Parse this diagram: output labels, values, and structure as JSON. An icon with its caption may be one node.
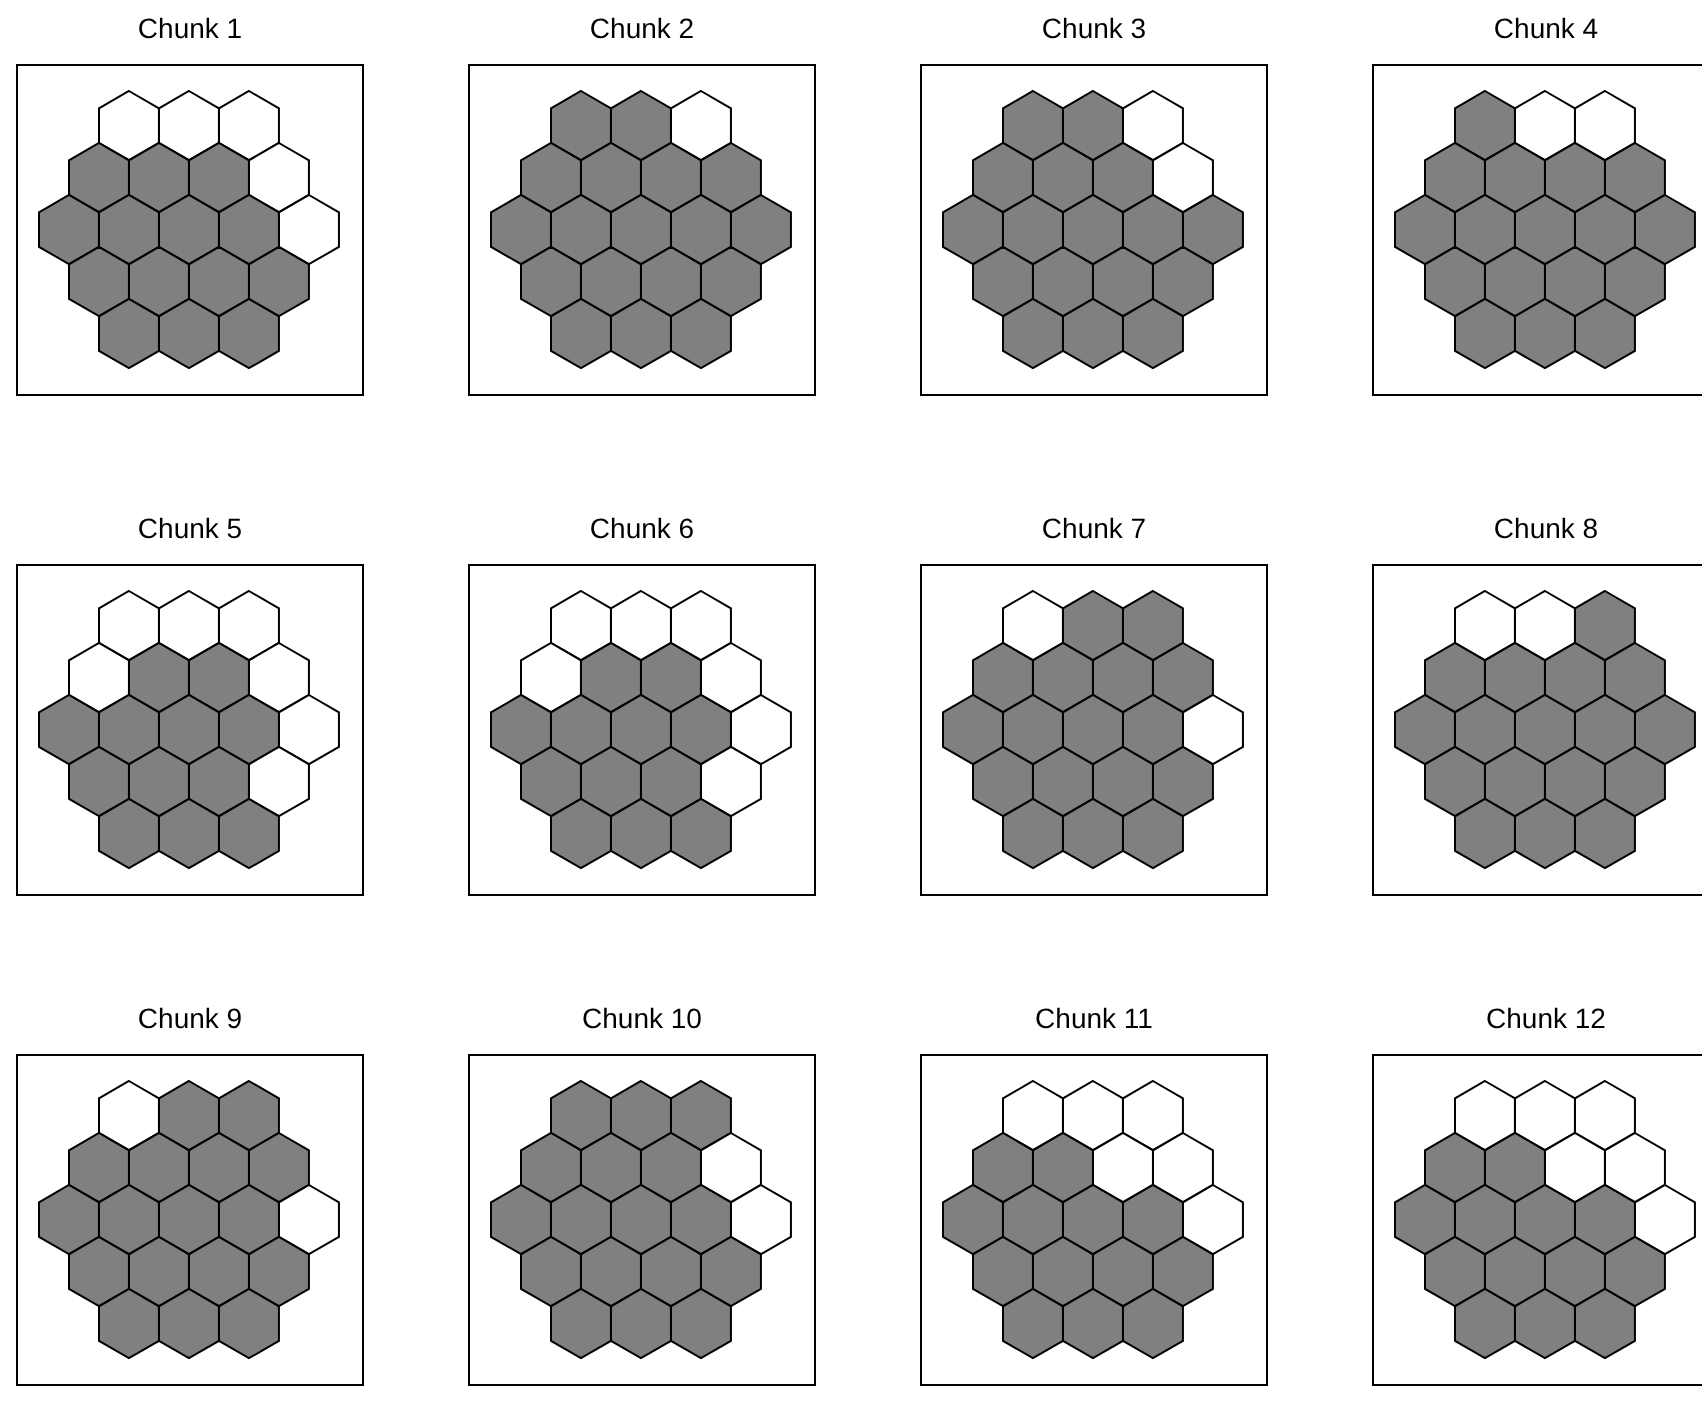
{
  "diagram": {
    "nodes": [
      {
        "text": [
          "Chunk 1"
        ]
      },
      {
        "text": [],
        "shape": "hexagon",
        "in": 0
      },
      {
        "text": [],
        "shape": "hexagon",
        "in": 0
      },
      {
        "text": [],
        "shape": "hexagon",
        "in": 0
      },
      {
        "text": [],
        "shape": "filled-hexagon",
        "in": 0
      },
      {
        "text": [],
        "shape": "filled-hexagon",
        "in": 0
      },
      {
        "text": [],
        "shape": "filled-hexagon",
        "in": 0
      },
      {
        "text": [],
        "shape": "hexagon",
        "in": 0
      },
      {
        "text": [],
        "shape": "filled-hexagon",
        "in": 0
      },
      {
        "text": [],
        "shape": "filled-hexagon",
        "in": 0
      },
      {
        "text": [],
        "shape": "filled-hexagon",
        "in": 0
      },
      {
        "text": [],
        "shape": "filled-hexagon",
        "in": 0
      },
      {
        "text": [],
        "shape": "hexagon",
        "in": 0
      },
      {
        "text": [],
        "shape": "filled-hexagon",
        "in": 0
      },
      {
        "text": [],
        "shape": "filled-hexagon",
        "in": 0
      },
      {
        "text": [],
        "shape": "filled-hexagon",
        "in": 0
      },
      {
        "text": [],
        "shape": "filled-hexagon",
        "in": 0
      },
      {
        "text": [],
        "shape": "filled-hexagon",
        "in": 0
      },
      {
        "text": [],
        "shape": "filled-hexagon",
        "in": 0
      },
      {
        "text": [],
        "shape": "filled-hexagon",
        "in": 0
      },
      {
        "text": [
          "Chunk 2"
        ]
      },
      {
        "text": [],
        "shape": "filled-hexagon",
        "in": 20
      },
      {
        "text": [],
        "shape": "filled-hexagon",
        "in": 20
      },
      {
        "text": [],
        "shape": "hexagon",
        "in": 20
      },
      {
        "text": [],
        "shape": "filled-hexagon",
        "in": 20
      },
      {
        "text": [],
        "shape": "filled-hexagon",
        "in": 20
      },
      {
        "text": [],
        "shape": "filled-hexagon",
        "in": 20
      },
      {
        "text": [],
        "shape": "filled-hexagon",
        "in": 20
      },
      {
        "text": [],
        "shape": "filled-hexagon",
        "in": 20
      },
      {
        "text": [],
        "shape": "filled-hexagon",
        "in": 20
      },
      {
        "text": [],
        "shape": "filled-hexagon",
        "in": 20
      },
      {
        "text": [],
        "shape": "filled-hexagon",
        "in": 20
      },
      {
        "text": [],
        "shape": "filled-hexagon",
        "in": 20
      },
      {
        "text": [],
        "shape": "filled-hexagon",
        "in": 20
      },
      {
        "text": [],
        "shape": "filled-hexagon",
        "in": 20
      },
      {
        "text": [],
        "shape": "filled-hexagon",
        "in": 20
      },
      {
        "text": [],
        "shape": "filled-hexagon",
        "in": 20
      },
      {
        "text": [],
        "shape": "filled-hexagon",
        "in": 20
      },
      {
        "text": [],
        "shape": "filled-hexagon",
        "in": 20
      },
      {
        "text": [],
        "shape": "filled-hexagon",
        "in": 20
      },
      {
        "text": [
          "Chunk 3"
        ]
      },
      {
        "text": [],
        "shape": "filled-hexagon",
        "in": 40
      },
      {
        "text": [],
        "shape": "filled-hexagon",
        "in": 40
      },
      {
        "text": [],
        "shape": "hexagon",
        "in": 40
      },
      {
        "text": [],
        "shape": "filled-hexagon",
        "in": 40
      },
      {
        "text": [],
        "shape": "filled-hexagon",
        "in": 40
      },
      {
        "text": [],
        "shape": "filled-hexagon",
        "in": 40
      },
      {
        "text": [],
        "shape": "hexagon",
        "in": 40
      },
      {
        "text": [],
        "shape": "filled-hexagon",
        "in": 40
      },
      {
        "text": [],
        "shape": "filled-hexagon",
        "in": 40
      },
      {
        "text": [],
        "shape": "filled-hexagon",
        "in": 40
      },
      {
        "text": [],
        "shape": "filled-hexagon",
        "in": 40
      },
      {
        "text": [],
        "shape": "filled-hexagon",
        "in": 40
      },
      {
        "text": [],
        "shape": "filled-hexagon",
        "in": 40
      },
      {
        "text": [],
        "shape": "filled-hexagon",
        "in": 40
      },
      {
        "text": [],
        "shape": "filled-hexagon",
        "in": 40
      },
      {
        "text": [],
        "shape": "filled-hexagon",
        "in": 40
      },
      {
        "text": [],
        "shape": "filled-hexagon",
        "in": 40
      },
      {
        "text": [],
        "shape": "filled-hexagon",
        "in": 40
      },
      {
        "text": [],
        "shape": "filled-hexagon",
        "in": 40
      },
      {
        "text": [
          "Chunk 4"
        ]
      },
      {
        "text": [],
        "shape": "filled-hexagon",
        "in": 60
      },
      {
        "text": [],
        "shape": "hexagon",
        "in": 60
      },
      {
        "text": [],
        "shape": "hexagon",
        "in": 60
      },
      {
        "text": [],
        "shape": "filled-hexagon",
        "in": 60
      },
      {
        "text": [],
        "shape": "filled-hexagon",
        "in": 60
      },
      {
        "text": [],
        "shape": "filled-hexagon",
        "in": 60
      },
      {
        "text": [],
        "shape": "filled-hexagon",
        "in": 60
      },
      {
        "text": [],
        "shape": "filled-hexagon",
        "in": 60
      },
      {
        "text": [],
        "shape": "filled-hexagon",
        "in": 60
      },
      {
        "text": [],
        "shape": "filled-hexagon",
        "in": 60
      },
      {
        "text": [],
        "shape": "filled-hexagon",
        "in": 60
      },
      {
        "text": [],
        "shape": "filled-hexagon",
        "in": 60
      },
      {
        "text": [],
        "shape": "filled-hexagon",
        "in": 60
      },
      {
        "text": [],
        "shape": "filled-hexagon",
        "in": 60
      },
      {
        "text": [],
        "shape": "filled-hexagon",
        "in": 60
      },
      {
        "text": [],
        "shape": "filled-hexagon",
        "in": 60
      },
      {
        "text": [],
        "shape": "filled-hexagon",
        "in": 60
      },
      {
        "text": [],
        "shape": "filled-hexagon",
        "in": 60
      },
      {
        "text": [],
        "shape": "filled-hexagon",
        "in": 60
      },
      {
        "text": [
          "Chunk 5"
        ]
      },
      {
        "text": [],
        "shape": "hexagon",
        "in": 80
      },
      {
        "text": [],
        "shape": "hexagon",
        "in": 80
      },
      {
        "text": [],
        "shape": "hexagon",
        "in": 80
      },
      {
        "text": [],
        "shape": "hexagon",
        "in": 80
      },
      {
        "text": [],
        "shape": "filled-hexagon",
        "in": 80
      },
      {
        "text": [],
        "shape": "filled-hexagon",
        "in": 80
      },
      {
        "text": [],
        "shape": "hexagon",
        "in": 80
      },
      {
        "text": [],
        "shape": "filled-hexagon",
        "in": 80
      },
      {
        "text": [],
        "shape": "filled-hexagon",
        "in": 80
      },
      {
        "text": [],
        "shape": "filled-hexagon",
        "in": 80
      },
      {
        "text": [],
        "shape": "filled-hexagon",
        "in": 80
      },
      {
        "text": [],
        "shape": "hexagon",
        "in": 80
      },
      {
        "text": [],
        "shape": "filled-hexagon",
        "in": 80
      },
      {
        "text": [],
        "shape": "filled-hexagon",
        "in": 80
      },
      {
        "text": [],
        "shape": "filled-hexagon",
        "in": 80
      },
      {
        "text": [],
        "shape": "hexagon",
        "in": 80
      },
      {
        "text": [],
        "shape": "filled-hexagon",
        "in": 80
      },
      {
        "text": [],
        "shape": "filled-hexagon",
        "in": 80
      },
      {
        "text": [],
        "shape": "filled-hexagon",
        "in": 80
      },
      {
        "text": [
          "Chunk 6"
        ]
      },
      {
        "text": [],
        "shape": "hexagon",
        "in": 100
      },
      {
        "text": [],
        "shape": "hexagon",
        "in": 100
      },
      {
        "text": [],
        "shape": "hexagon",
        "in": 100
      },
      {
        "text": [],
        "shape": "hexagon",
        "in": 100
      },
      {
        "text": [],
        "shape": "filled-hexagon",
        "in": 100
      },
      {
        "text": [],
        "shape": "filled-hexagon",
        "in": 100
      },
      {
        "text": [],
        "shape": "hexagon",
        "in": 100
      },
      {
        "text": [],
        "shape": "filled-hexagon",
        "in": 100
      },
      {
        "text": [],
        "shape": "filled-hexagon",
        "in": 100
      },
      {
        "text": [],
        "shape": "filled-hexagon",
        "in": 100
      },
      {
        "text": [],
        "shape": "filled-hexagon",
        "in": 100
      },
      {
        "text": [],
        "shape": "hexagon",
        "in": 100
      },
      {
        "text": [],
        "shape": "filled-hexagon",
        "in": 100
      },
      {
        "text": [],
        "shape": "filled-hexagon",
        "in": 100
      },
      {
        "text": [],
        "shape": "filled-hexagon",
        "in": 100
      },
      {
        "text": [],
        "shape": "hexagon",
        "in": 100
      },
      {
        "text": [],
        "shape": "filled-hexagon",
        "in": 100
      },
      {
        "text": [],
        "shape": "filled-hexagon",
        "in": 100
      },
      {
        "text": [],
        "shape": "filled-hexagon",
        "in": 100
      },
      {
        "text": [
          "Chunk 7"
        ]
      },
      {
        "text": [],
        "shape": "hexagon",
        "in": 120
      },
      {
        "text": [],
        "shape": "filled-hexagon",
        "in": 120
      },
      {
        "text": [],
        "shape": "filled-hexagon",
        "in": 120
      },
      {
        "text": [],
        "shape": "filled-hexagon",
        "in": 120
      },
      {
        "text": [],
        "shape": "filled-hexagon",
        "in": 120
      },
      {
        "text": [],
        "shape": "filled-hexagon",
        "in": 120
      },
      {
        "text": [],
        "shape": "filled-hexagon",
        "in": 120
      },
      {
        "text": [],
        "shape": "filled-hexagon",
        "in": 120
      },
      {
        "text": [],
        "shape": "filled-hexagon",
        "in": 120
      },
      {
        "text": [],
        "shape": "filled-hexagon",
        "in": 120
      },
      {
        "text": [],
        "shape": "filled-hexagon",
        "in": 120
      },
      {
        "text": [],
        "shape": "hexagon",
        "in": 120
      },
      {
        "text": [],
        "shape": "filled-hexagon",
        "in": 120
      },
      {
        "text": [],
        "shape": "filled-hexagon",
        "in": 120
      },
      {
        "text": [],
        "shape": "filled-hexagon",
        "in": 120
      },
      {
        "text": [],
        "shape": "filled-hexagon",
        "in": 120
      },
      {
        "text": [],
        "shape": "filled-hexagon",
        "in": 120
      },
      {
        "text": [],
        "shape": "filled-hexagon",
        "in": 120
      },
      {
        "text": [],
        "shape": "filled-hexagon",
        "in": 120
      },
      {
        "text": [
          "Chunk 8"
        ]
      },
      {
        "text": [],
        "shape": "hexagon",
        "in": 140
      },
      {
        "text": [],
        "shape": "hexagon",
        "in": 140
      },
      {
        "text": [],
        "shape": "filled-hexagon",
        "in": 140
      },
      {
        "text": [],
        "shape": "filled-hexagon",
        "in": 140
      },
      {
        "text": [],
        "shape": "filled-hexagon",
        "in": 140
      },
      {
        "text": [],
        "shape": "filled-hexagon",
        "in": 140
      },
      {
        "text": [],
        "shape": "filled-hexagon",
        "in": 140
      },
      {
        "text": [],
        "shape": "filled-hexagon",
        "in": 140
      },
      {
        "text": [],
        "shape": "filled-hexagon",
        "in": 140
      },
      {
        "text": [],
        "shape": "filled-hexagon",
        "in": 140
      },
      {
        "text": [],
        "shape": "filled-hexagon",
        "in": 140
      },
      {
        "text": [],
        "shape": "filled-hexagon",
        "in": 140
      },
      {
        "text": [],
        "shape": "filled-hexagon",
        "in": 140
      },
      {
        "text": [],
        "shape": "filled-hexagon",
        "in": 140
      },
      {
        "text": [],
        "shape": "filled-hexagon",
        "in": 140
      },
      {
        "text": [],
        "shape": "filled-hexagon",
        "in": 140
      },
      {
        "text": [],
        "shape": "filled-hexagon",
        "in": 140
      },
      {
        "text": [],
        "shape": "filled-hexagon",
        "in": 140
      },
      {
        "text": [],
        "shape": "filled-hexagon",
        "in": 140
      },
      {
        "text": [
          "Chunk 9"
        ]
      },
      {
        "text": [],
        "shape": "hexagon",
        "in": 160
      },
      {
        "text": [],
        "shape": "filled-hexagon",
        "in": 160
      },
      {
        "text": [],
        "shape": "filled-hexagon",
        "in": 160
      },
      {
        "text": [],
        "shape": "filled-hexagon",
        "in": 160
      },
      {
        "text": [],
        "shape": "filled-hexagon",
        "in": 160
      },
      {
        "text": [],
        "shape": "filled-hexagon",
        "in": 160
      },
      {
        "text": [],
        "shape": "filled-hexagon",
        "in": 160
      },
      {
        "text": [],
        "shape": "filled-hexagon",
        "in": 160
      },
      {
        "text": [],
        "shape": "filled-hexagon",
        "in": 160
      },
      {
        "text": [],
        "shape": "filled-hexagon",
        "in": 160
      },
      {
        "text": [],
        "shape": "filled-hexagon",
        "in": 160
      },
      {
        "text": [],
        "shape": "hexagon",
        "in": 160
      },
      {
        "text": [],
        "shape": "filled-hexagon",
        "in": 160
      },
      {
        "text": [],
        "shape": "filled-hexagon",
        "in": 160
      },
      {
        "text": [],
        "shape": "filled-hexagon",
        "in": 160
      },
      {
        "text": [],
        "shape": "filled-hexagon",
        "in": 160
      },
      {
        "text": [],
        "shape": "filled-hexagon",
        "in": 160
      },
      {
        "text": [],
        "shape": "filled-hexagon",
        "in": 160
      },
      {
        "text": [],
        "shape": "filled-hexagon",
        "in": 160
      },
      {
        "text": [
          "Chunk 10"
        ]
      },
      {
        "text": [],
        "shape": "filled-hexagon",
        "in": 180
      },
      {
        "text": [],
        "shape": "filled-hexagon",
        "in": 180
      },
      {
        "text": [],
        "shape": "filled-hexagon",
        "in": 180
      },
      {
        "text": [],
        "shape": "filled-hexagon",
        "in": 180
      },
      {
        "text": [],
        "shape": "filled-hexagon",
        "in": 180
      },
      {
        "text": [],
        "shape": "filled-hexagon",
        "in": 180
      },
      {
        "text": [],
        "shape": "hexagon",
        "in": 180
      },
      {
        "text": [],
        "shape": "filled-hexagon",
        "in": 180
      },
      {
        "text": [],
        "shape": "filled-hexagon",
        "in": 180
      },
      {
        "text": [],
        "shape": "filled-hexagon",
        "in": 180
      },
      {
        "text": [],
        "shape": "filled-hexagon",
        "in": 180
      },
      {
        "text": [],
        "shape": "hexagon",
        "in": 180
      },
      {
        "text": [],
        "shape": "filled-hexagon",
        "in": 180
      },
      {
        "text": [],
        "shape": "filled-hexagon",
        "in": 180
      },
      {
        "text": [],
        "shape": "filled-hexagon",
        "in": 180
      },
      {
        "text": [],
        "shape": "filled-hexagon",
        "in": 180
      },
      {
        "text": [],
        "shape": "filled-hexagon",
        "in": 180
      },
      {
        "text": [],
        "shape": "filled-hexagon",
        "in": 180
      },
      {
        "text": [],
        "shape": "filled-hexagon",
        "in": 180
      },
      {
        "text": [
          "Chunk 11"
        ]
      },
      {
        "text": [],
        "shape": "hexagon",
        "in": 200
      },
      {
        "text": [],
        "shape": "hexagon",
        "in": 200
      },
      {
        "text": [],
        "shape": "hexagon",
        "in": 200
      },
      {
        "text": [],
        "shape": "filled-hexagon",
        "in": 200
      },
      {
        "text": [],
        "shape": "filled-hexagon",
        "in": 200
      },
      {
        "text": [],
        "shape": "hexagon",
        "in": 200
      },
      {
        "text": [],
        "shape": "hexagon",
        "in": 200
      },
      {
        "text": [],
        "shape": "filled-hexagon",
        "in": 200
      },
      {
        "text": [],
        "shape": "filled-hexagon",
        "in": 200
      },
      {
        "text": [],
        "shape": "filled-hexagon",
        "in": 200
      },
      {
        "text": [],
        "shape": "filled-hexagon",
        "in": 200
      },
      {
        "text": [],
        "shape": "hexagon",
        "in": 200
      },
      {
        "text": [],
        "shape": "filled-hexagon",
        "in": 200
      },
      {
        "text": [],
        "shape": "filled-hexagon",
        "in": 200
      },
      {
        "text": [],
        "shape": "filled-hexagon",
        "in": 200
      },
      {
        "text": [],
        "shape": "filled-hexagon",
        "in": 200
      },
      {
        "text": [],
        "shape": "filled-hexagon",
        "in": 200
      },
      {
        "text": [],
        "shape": "filled-hexagon",
        "in": 200
      },
      {
        "text": [],
        "shape": "filled-hexagon",
        "in": 200
      },
      {
        "text": [
          "Chunk 12"
        ]
      },
      {
        "text": [],
        "shape": "hexagon",
        "in": 220
      },
      {
        "text": [],
        "shape": "hexagon",
        "in": 220
      },
      {
        "text": [],
        "shape": "hexagon",
        "in": 220
      },
      {
        "text": [],
        "shape": "filled-hexagon",
        "in": 220
      },
      {
        "text": [],
        "shape": "filled-hexagon",
        "in": 220
      },
      {
        "text": [],
        "shape": "hexagon",
        "in": 220
      },
      {
        "text": [],
        "shape": "hexagon",
        "in": 220
      },
      {
        "text": [],
        "shape": "filled-hexagon",
        "in": 220
      },
      {
        "text": [],
        "shape": "filled-hexagon",
        "in": 220
      },
      {
        "text": [],
        "shape": "filled-hexagon",
        "in": 220
      },
      {
        "text": [],
        "shape": "filled-hexagon",
        "in": 220
      },
      {
        "text": [],
        "shape": "hexagon",
        "in": 220
      },
      {
        "text": [],
        "shape": "filled-hexagon",
        "in": 220
      },
      {
        "text": [],
        "shape": "filled-hexagon",
        "in": 220
      },
      {
        "text": [],
        "shape": "filled-hexagon",
        "in": 220
      },
      {
        "text": [],
        "shape": "filled-hexagon",
        "in": 220
      },
      {
        "text": [],
        "shape": "filled-hexagon",
        "in": 220
      },
      {
        "text": [],
        "shape": "filled-hexagon",
        "in": 220
      },
      {
        "text": [],
        "shape": "filled-hexagon",
        "in": 220
      }
    ]
  }
}
